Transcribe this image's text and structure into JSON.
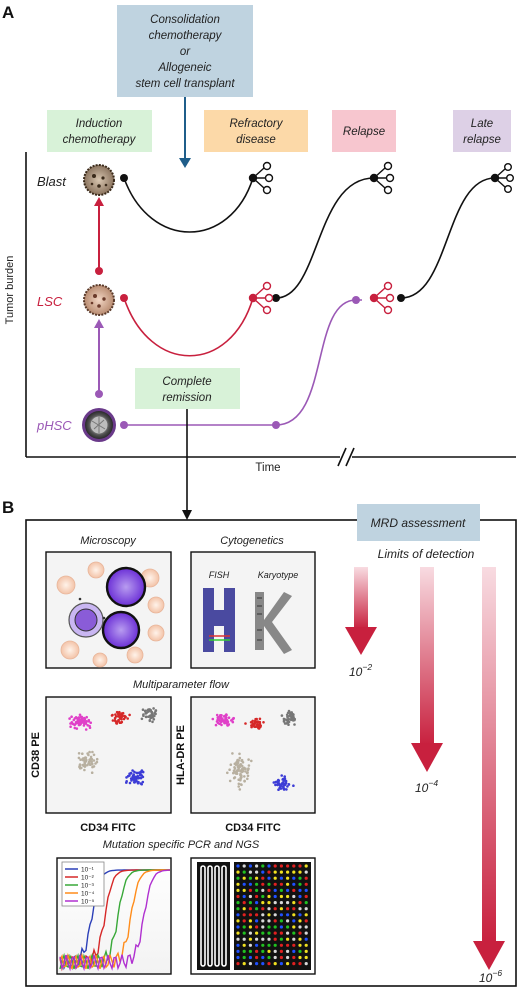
{
  "panel_a": {
    "letter": "A",
    "consolidation_box": {
      "line1": "Consolidation",
      "line2": "chemotherapy",
      "line3": "or",
      "line4": "Allogeneic",
      "line5": "stem cell transplant"
    },
    "induction_box": {
      "line1": "Induction",
      "line2": "chemotherapy"
    },
    "refractory_box": {
      "line1": "Refractory",
      "line2": "disease"
    },
    "relapse_box": {
      "line1": "Relapse"
    },
    "late_relapse_box": {
      "line1": "Late",
      "line2": "relapse"
    },
    "remission_box": {
      "line1": "Complete",
      "line2": "remission"
    },
    "y_axis_label": "Tumor burden",
    "x_axis_label": "Time",
    "levels": {
      "blast": "Blast",
      "lsc": "LSC",
      "phsc": "pHSC"
    }
  },
  "panel_b": {
    "letter": "B",
    "mrd_box": "MRD assessment",
    "limits_label": "Limits of detection",
    "microscopy_label": "Microscopy",
    "cytogenetics_label": "Cytogenetics",
    "fish_label": "FISH",
    "karyotype_label": "Karyotype",
    "flow_label": "Multiparameter flow",
    "flow_left_y": "CD38 PE",
    "flow_right_y": "HLA-DR PE",
    "flow_left_x": "CD34 FITC",
    "flow_right_x": "CD34 FITC",
    "pcr_label": "Mutation specific PCR and NGS",
    "pcr_legend": [
      "10⁻¹",
      "10⁻²",
      "10⁻³",
      "10⁻⁴",
      "10⁻⁵"
    ],
    "detection": [
      {
        "base": "10",
        "exp": "−2"
      },
      {
        "base": "10",
        "exp": "−4"
      },
      {
        "base": "10",
        "exp": "−6"
      }
    ]
  },
  "colors": {
    "blast": "#1a1a1a",
    "lsc": "#c8203e",
    "phsc": "#9b59b6",
    "induction": "#d8f2d8",
    "refractory": "#fcd9a8",
    "relapse": "#f7c6cf",
    "late_relapse": "#ddd0e6",
    "consolidation": "#bfd3e0",
    "mrd": "#bfd3e0",
    "arrow_red": "#c8203e"
  }
}
